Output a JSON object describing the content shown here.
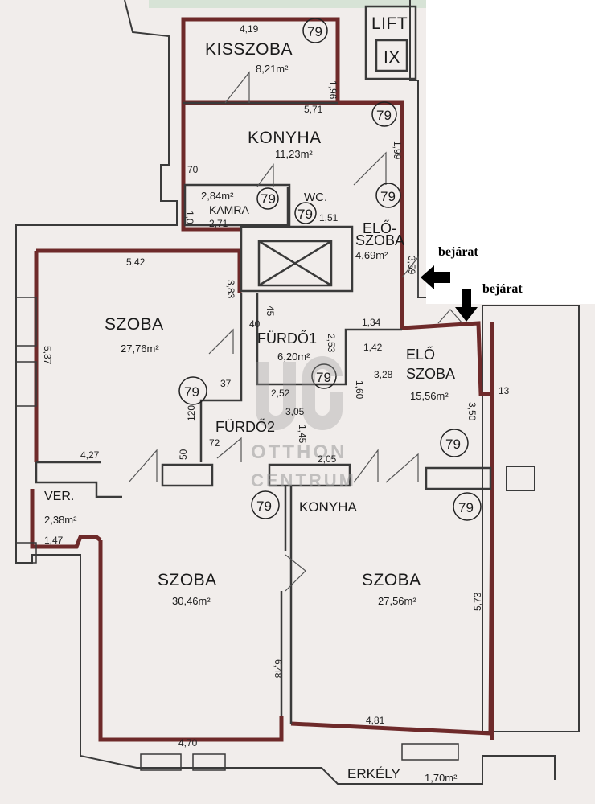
{
  "plan": {
    "rooms": {
      "kisszoba": {
        "name": "KISSZOBA",
        "area": "8,21m²",
        "num": "79"
      },
      "konyha_top": {
        "name": "KONYHA",
        "area": "11,23m²",
        "num": "79"
      },
      "kamra": {
        "name": "KAMRA",
        "area": "2,84m²",
        "num": "79"
      },
      "wc": {
        "name": "WC.",
        "num": "79"
      },
      "eloszoba1": {
        "name_1": "ELŐ-",
        "name_2": "SZOBA",
        "area": "4,69m²",
        "num": "79"
      },
      "szoba_left": {
        "name": "SZOBA",
        "area": "27,76m²",
        "num": "79"
      },
      "furdo1": {
        "name": "FÜRDŐ1",
        "area": "6,20m²",
        "num": "79"
      },
      "furdo2": {
        "name": "FÜRDŐ2"
      },
      "eloszoba2": {
        "name_1": "ELŐ",
        "name_2": "SZOBA",
        "area": "15,56m²",
        "num": "79"
      },
      "ver": {
        "name": "VER.",
        "area": "2,38m²"
      },
      "konyha_mid": {
        "name": "KONYHA",
        "num": "79"
      },
      "szoba_bl": {
        "name": "SZOBA",
        "area": "30,46m²"
      },
      "szoba_br": {
        "name": "SZOBA",
        "area": "27,56m²",
        "num": "79"
      },
      "erkely": {
        "name": "ERKÉLY",
        "area": "1,70m²"
      }
    },
    "lift": {
      "name": "LIFT",
      "num": "IX"
    },
    "entrances": {
      "a": "bejárat",
      "b": "bejárat"
    },
    "dims": {
      "d1": "4,19",
      "d2": "1,96",
      "d3": "5,71",
      "d4": "1,99",
      "d5": "70",
      "d6": "1,0",
      "d7": "2,71",
      "d8": "1,51",
      "d9": "3,59",
      "d10": "5,42",
      "d11": "3,83",
      "d12": "5,37",
      "d13": "45",
      "d14": "40",
      "d15": "2,53",
      "d16": "1,34",
      "d17": "1,42",
      "d18": "3,28",
      "d19": "37",
      "d20": "2,52",
      "d21": "1,60",
      "d22": "3,05",
      "d23": "120",
      "d24": "72",
      "d25": "1,45",
      "d26": "50",
      "d27": "4,27",
      "d28": "2,05",
      "d29": "13",
      "d30": "3,50",
      "d31": "1,47",
      "d32": "6,48",
      "d33": "5,73",
      "d34": "4,70",
      "d35": "4,81"
    },
    "watermark": {
      "line1": "OTTHON",
      "line2": "CENTRUM"
    },
    "colors": {
      "wall": "#6e2a2a",
      "line": "#3a3a3a",
      "paper": "#f4f1ef",
      "watermark": "#9a9a9a"
    }
  }
}
